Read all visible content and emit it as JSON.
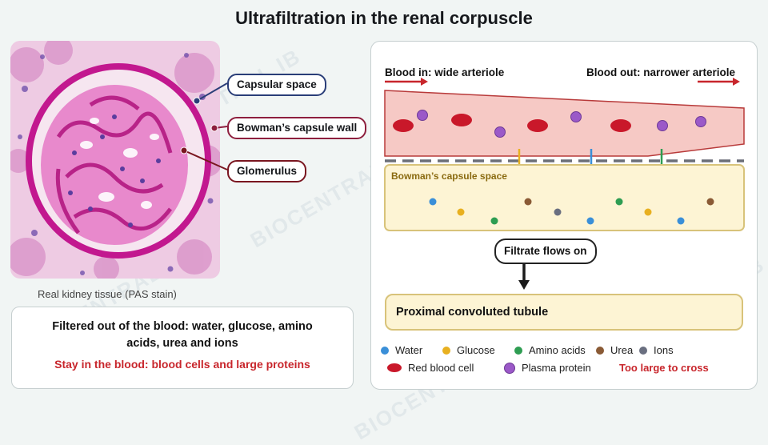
{
  "title": "Ultrafiltration in the renal corpuscle",
  "micrograph": {
    "caption": "Real kidney tissue (PAS stain)",
    "callouts": {
      "capsular_space": "Capsular space",
      "capsule_wall": "Bowman’s capsule wall",
      "glomerulus": "Glomerulus"
    }
  },
  "summary": {
    "filtered": "Filtered out of the blood: water, glucose, amino acids, urea and ions",
    "stay": "Stay in the blood: blood cells and large proteins"
  },
  "diagram": {
    "blood_in": "Blood in: wide arteriole",
    "blood_out": "Blood out: narrower arteriole",
    "capsule_space_label": "Bowman’s capsule space",
    "filtrate_label": "Filtrate flows on",
    "tubule_label": "Proximal convoluted tubule"
  },
  "legend": {
    "water": "Water",
    "glucose": "Glucose",
    "amino_acids": "Amino acids",
    "urea": "Urea",
    "ions": "Ions",
    "red_blood_cell": "Red blood cell",
    "plasma_protein": "Plasma protein",
    "too_large": "Too large to cross"
  },
  "colors": {
    "water": "#3a8fd8",
    "glucose": "#e8b020",
    "amino_acids": "#2e9d52",
    "urea": "#8a5a35",
    "ions": "#6a6f80",
    "red_blood_cell": "#c9182a",
    "plasma_protein": "#9b59c8",
    "vessel_fill": "#f6c9c5",
    "capsule_fill": "#fdf4d4",
    "accent_red": "#c8262c"
  },
  "watermark": "BIOCENTRAL IB"
}
